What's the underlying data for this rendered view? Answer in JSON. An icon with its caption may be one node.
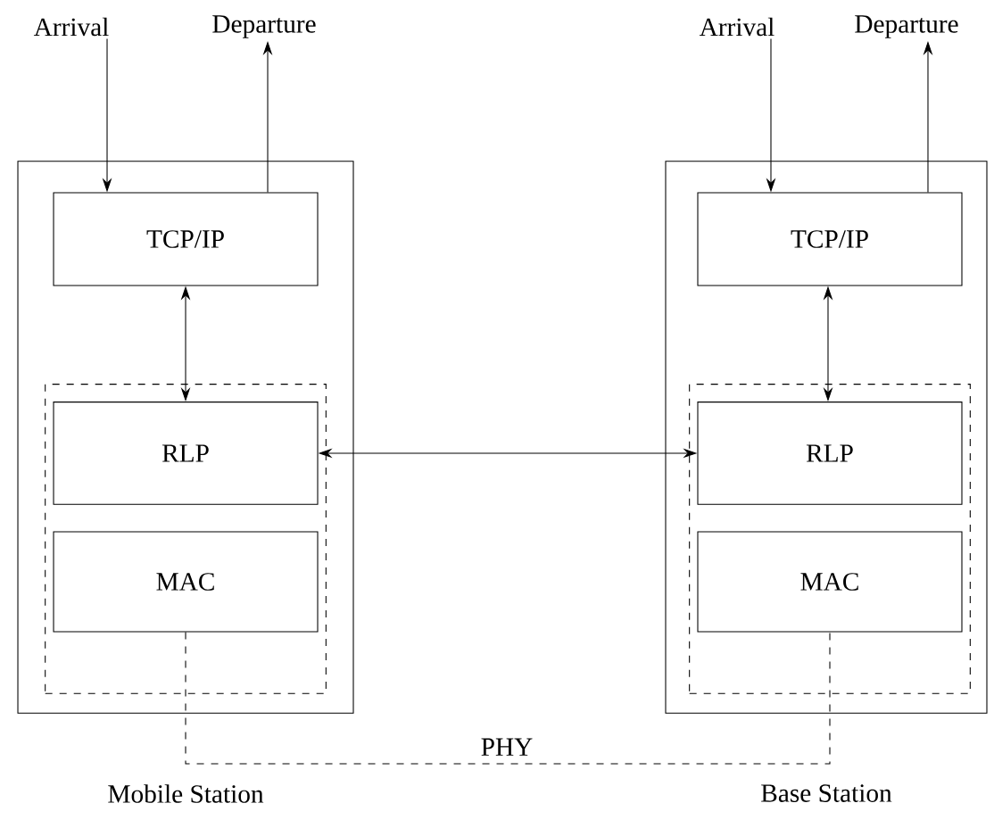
{
  "diagram": {
    "nodes": [
      {
        "text": [
          "Mobile Station"
        ]
      },
      {
        "text": [
          "TCP/IP"
        ],
        "in": 0
      },
      {
        "text": [],
        "shape": "box",
        "in": 0
      },
      {
        "text": [
          "RLP"
        ],
        "in": 2
      },
      {
        "text": [
          "MAC"
        ],
        "in": 2
      },
      {
        "text": [
          "Base Station"
        ]
      },
      {
        "text": [
          "TCP/IP"
        ],
        "in": 5
      },
      {
        "text": [],
        "shape": "box",
        "in": 5
      },
      {
        "text": [
          "RLP"
        ],
        "in": 7
      },
      {
        "text": [
          "MAC"
        ],
        "in": 7
      },
      {
        "text": [
          "Arrival"
        ]
      },
      {
        "text": [
          "Departure"
        ]
      },
      {
        "text": [
          "Arrival"
        ]
      },
      {
        "text": [
          "Departure"
        ]
      }
    ],
    "edges": [
      {
        "from": 10,
        "to": 1,
        "arrow": "to"
      },
      {
        "from": 1,
        "to": 11,
        "arrow": "to"
      },
      {
        "from": 1,
        "to": 3,
        "arrow": "both"
      },
      {
        "from": 3,
        "to": 8,
        "arrow": "both"
      },
      {
        "from": 12,
        "to": 6,
        "arrow": "to"
      },
      {
        "from": 6,
        "to": 13,
        "arrow": "to"
      },
      {
        "from": 6,
        "to": 8,
        "arrow": "both"
      },
      {
        "from": 4,
        "to": 9,
        "arrow": "none",
        "style": "dashed",
        "label": "PHY"
      }
    ]
  }
}
